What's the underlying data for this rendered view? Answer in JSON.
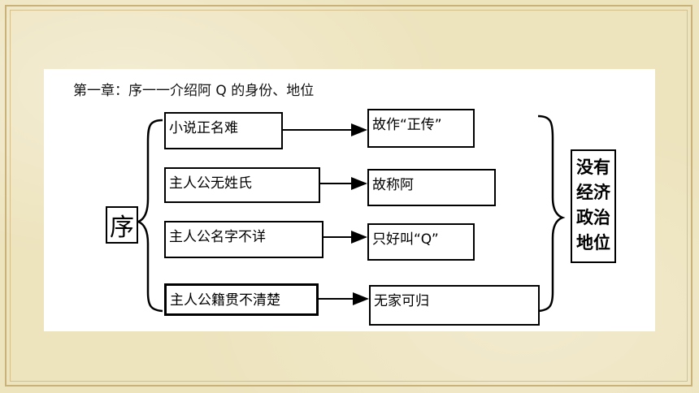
{
  "heading": "第一章：序一一介绍阿 Q 的身份、地位",
  "center_label": "序",
  "reasons": [
    "小说正名难",
    "主人公无姓氏",
    "主人公名字不详",
    "主人公籍贯不清楚"
  ],
  "results": [
    "故作“正传”",
    "故称阿",
    "只好叫“Q”",
    "无家可归"
  ],
  "conclusion": "没有\n经济\n政治\n地位",
  "colors": {
    "background": "#ede3bd",
    "panel": "#ffffff",
    "ink": "#000000"
  }
}
